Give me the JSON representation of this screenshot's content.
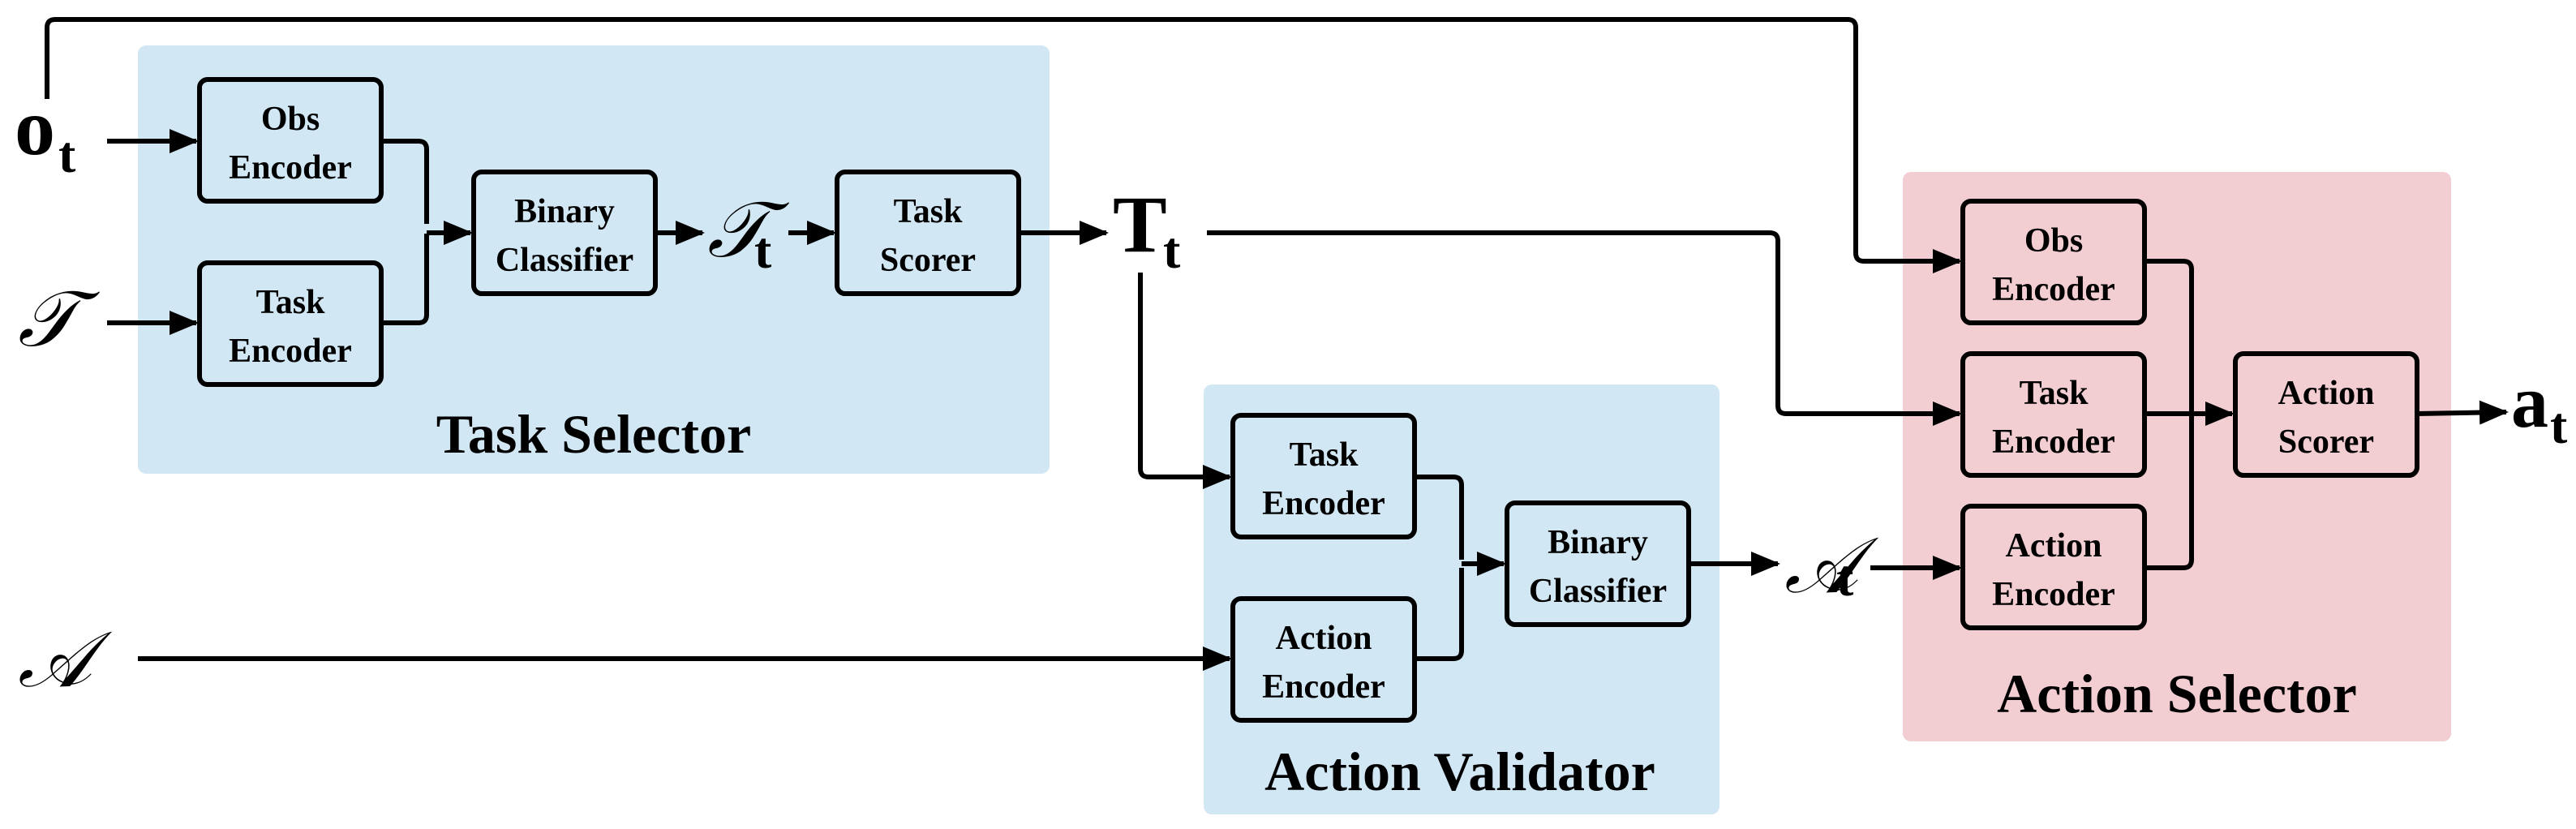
{
  "regions": {
    "task_selector": "Task Selector",
    "action_validator": "Action Validator",
    "action_selector": "Action Selector"
  },
  "task_selector": {
    "obs_encoder": [
      "Obs",
      "Encoder"
    ],
    "task_encoder": [
      "Task",
      "Encoder"
    ],
    "binary_classifier": [
      "Binary",
      "Classifier"
    ],
    "task_scorer": [
      "Task",
      "Scorer"
    ]
  },
  "action_validator": {
    "task_encoder": [
      "Task",
      "Encoder"
    ],
    "action_encoder": [
      "Action",
      "Encoder"
    ],
    "binary_classifier": [
      "Binary",
      "Classifier"
    ]
  },
  "action_selector": {
    "obs_encoder": [
      "Obs",
      "Encoder"
    ],
    "task_encoder": [
      "Task",
      "Encoder"
    ],
    "action_encoder": [
      "Action",
      "Encoder"
    ],
    "action_scorer": [
      "Action",
      "Scorer"
    ]
  },
  "symbols": {
    "obs": "o",
    "obs_sub": "t",
    "task_set": "𝒯",
    "task_subset": "𝒯",
    "task_subset_sub": "t",
    "task_chosen": "T",
    "task_chosen_sub": "t",
    "action_set": "𝒜",
    "action_subset": "𝒜",
    "action_subset_sub": "t",
    "action_chosen": "a",
    "action_chosen_sub": "t"
  },
  "colors": {
    "task_selector_bg": "#d2e7f4",
    "action_validator_bg": "#d2e7f4",
    "action_selector_bg": "#f2cdd1",
    "line": "#000000"
  }
}
